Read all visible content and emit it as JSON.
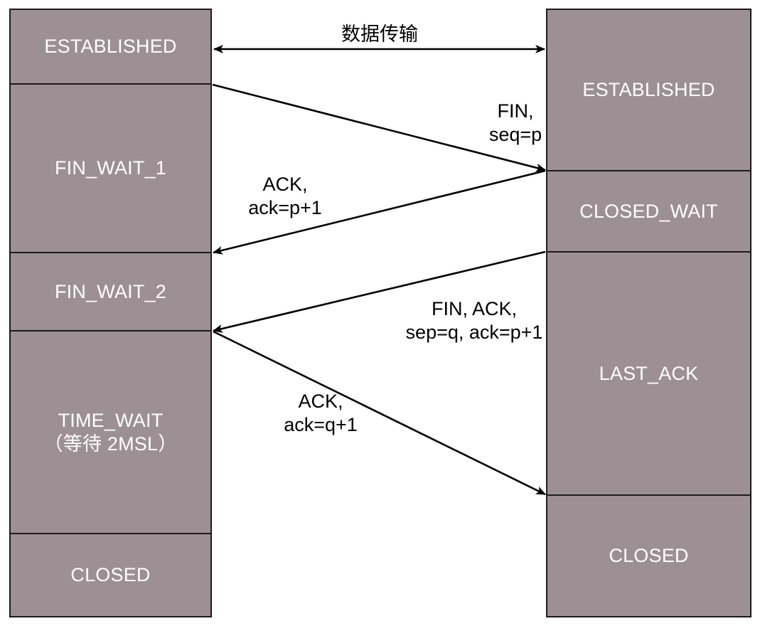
{
  "diagram": {
    "title_text": "数据传输",
    "colors": {
      "box_fill": "#9d9095",
      "box_stroke": "#1b1b1b",
      "box_text": "#ffffff",
      "arrow": "#000000",
      "background": "#ffffff"
    }
  },
  "client": {
    "name": "client-timeline",
    "states": [
      {
        "id": "established",
        "label": "ESTABLISHED"
      },
      {
        "id": "fin-wait-1",
        "label": "FIN_WAIT_1"
      },
      {
        "id": "fin-wait-2",
        "label": "FIN_WAIT_2"
      },
      {
        "id": "time-wait",
        "label": "TIME_WAIT\n（等待 2MSL）"
      },
      {
        "id": "closed",
        "label": "CLOSED"
      }
    ]
  },
  "server": {
    "name": "server-timeline",
    "states": [
      {
        "id": "established",
        "label": "ESTABLISHED"
      },
      {
        "id": "closed-wait",
        "label": "CLOSED_WAIT"
      },
      {
        "id": "last-ack",
        "label": "LAST_ACK"
      },
      {
        "id": "closed",
        "label": "CLOSED"
      }
    ]
  },
  "messages": [
    {
      "id": "data-transfer",
      "label": "数据传输",
      "direction": "bidirectional"
    },
    {
      "id": "fin-seq-p",
      "label": "FIN,\nseq=p",
      "direction": "client-to-server"
    },
    {
      "id": "ack-p-plus-1",
      "label": "ACK,\nack=p+1",
      "direction": "server-to-client"
    },
    {
      "id": "fin-ack-q",
      "label": "FIN,  ACK,\nsep=q,  ack=p+1",
      "direction": "server-to-client"
    },
    {
      "id": "ack-q-plus-1",
      "label": "ACK,\nack=q+1",
      "direction": "client-to-server"
    }
  ]
}
